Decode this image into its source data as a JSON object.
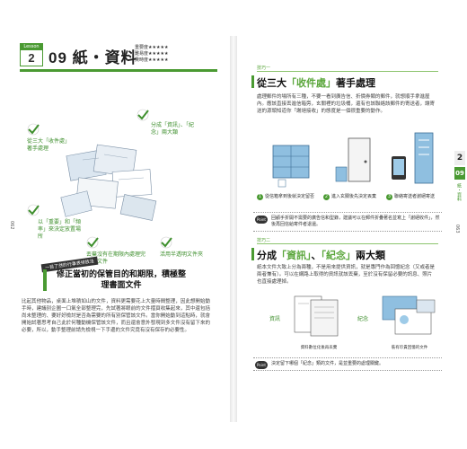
{
  "left_page": {
    "lesson_tag": "Lesson",
    "lesson_number": "2",
    "title": "09 紙・資料",
    "ratings": [
      {
        "label": "重要度",
        "stars": "★★★★★"
      },
      {
        "label": "難易度",
        "stars": "★★★★★"
      },
      {
        "label": "費時度",
        "stars": "★★★★★"
      }
    ],
    "callouts": {
      "three_sources": "從三大「收件處」著手處理",
      "two_types": "分成「資訊」、「紀念」兩大類",
      "important_frequency": "以「重要」和「頻率」來決定放置場所",
      "deadline_docs": "丟棄沒有在期限內處理完畢的文件",
      "clear_folder": "活用半透明文件夾"
    },
    "divider_label": "一目了然的行事表排放法",
    "subhead": "修正當初的保管目的和期限，積極整理書面文件",
    "body": "比起其他物品，桌面上堆積如山的文件，資料更需要花上大量時間整理，因此想開始動手時，建議別企圖一口氣全部整理完，先試著將眼前的文件摺頁收集起來，其中還包括尚未整理的、要好好檢討是否為需要的所有別保管該文件。當你開始動到這點時，就會開始試著思考自己此於何種動機保管該文件，而且還會意外發現到多文件沒有留下來的必要，所以，動手整理前請先檢視一下手邊的文件究竟有沒有保存的必要性。",
    "page_number": "062"
  },
  "right_page": {
    "section1_tag": "技巧一",
    "section1_title_prefix": "從三大",
    "section1_title_quote": "「收件處」",
    "section1_title_suffix": "著手處理",
    "section1_body": "處理郵件的場所有三種，不要一看到廣告信、折價券類的郵件，就想順手拿進屋內。應該直接丟進信箱旁，玄關裡的垃圾桶，還有也該聯絡該郵件的寄送者，讓寄送的源頭知道你「謝絕接收」的態度是一個很重要的動作。",
    "steps": [
      {
        "num": "1",
        "text": "從信箱拿到後就決定留否"
      },
      {
        "num": "2",
        "text": "進入玄關後先決定丟棄"
      },
      {
        "num": "3",
        "text": "聯絡寄送者謝絕寄送"
      }
    ],
    "point1_badge": "Point",
    "point1_text": "回顧手折開不需要的廣告信和型錄，建議可以在郵件折疊著名並寫上「謝絕收件」，然後再回信給寄件者退還。",
    "section2_tag": "技巧二",
    "section2_title_prefix": "分成",
    "section2_title_q1": "「資訊」",
    "section2_title_mid": "、",
    "section2_title_q2": "「紀念」",
    "section2_title_suffix": "兩大類",
    "section2_body": "紙本文件大致上分為兩種，不是用來提供資訊，就是專門作為回憶紀念（又或者是兩者兼有）。可以在網路上取得的資訊就該丟棄，至於沒有保留必要的訊息、照片也直接處理掉。",
    "info_label": "資訊",
    "memory_label": "紀念",
    "info_caption": "資料數位化後再丟棄",
    "memory_caption": "裝有珍貴回憶的文件",
    "point2_badge": "Point",
    "point2_text": "決定留下哪個「紀念」類的文件，是並重要的處理關鍵。",
    "side_tab_num1": "2",
    "side_tab_num2": "09",
    "side_tab_label": "紙・資料",
    "page_number": "063"
  }
}
